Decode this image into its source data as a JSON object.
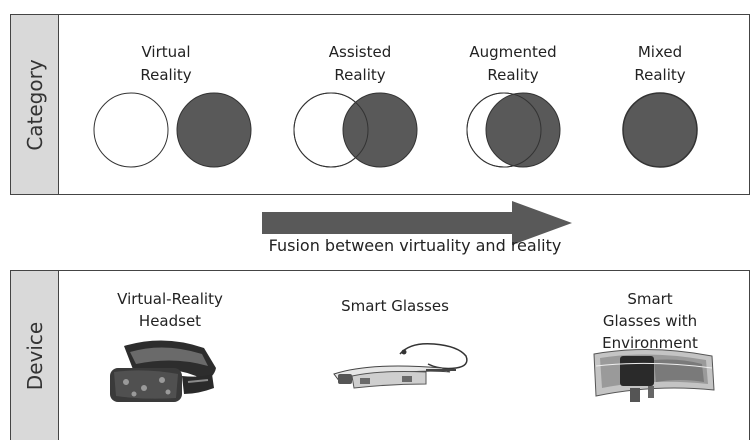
{
  "category_panel": {
    "side_label": "Category",
    "items": [
      {
        "label": "Virtual\nReality"
      },
      {
        "label": "Assisted\nReality"
      },
      {
        "label": "Augmented\nReality"
      },
      {
        "label": "Mixed\nReality"
      }
    ]
  },
  "fusion_arrow": {
    "label": "Fusion between virtuality and reality"
  },
  "device_panel": {
    "side_label": "Device",
    "items": [
      {
        "label": "Virtual-Reality\nHeadset",
        "icon": "vr-headset-icon"
      },
      {
        "label": "Smart Glasses",
        "icon": "smart-glasses-icon"
      },
      {
        "label": "Smart Glasses with\nEnvironment Model",
        "icon": "mixed-reality-headset-icon"
      }
    ]
  },
  "colors": {
    "panel_tab": "#d9d9d9",
    "filled_circle": "#595959",
    "arrow": "#595959",
    "border": "#444444"
  }
}
